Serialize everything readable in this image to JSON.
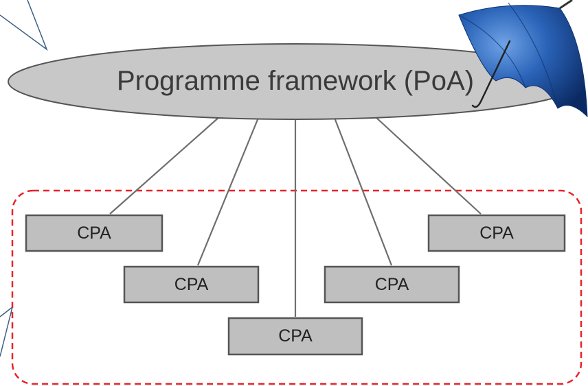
{
  "diagram": {
    "framework_label": "Programme framework (PoA)",
    "activity_labels": [
      "CPA",
      "CPA",
      "CPA",
      "CPA",
      "CPA"
    ],
    "icons": [
      "callout-pointer-icon",
      "umbrella-icon"
    ],
    "colors": {
      "ellipse_fill": "#c8c8c8",
      "box_fill": "#bfbfbf",
      "stroke": "#555555",
      "dashed_outline": "#e8232a",
      "callout_stroke": "#3b5f86",
      "umbrella_blue": "#1f5aa8",
      "umbrella_dark": "#0d3370"
    }
  }
}
